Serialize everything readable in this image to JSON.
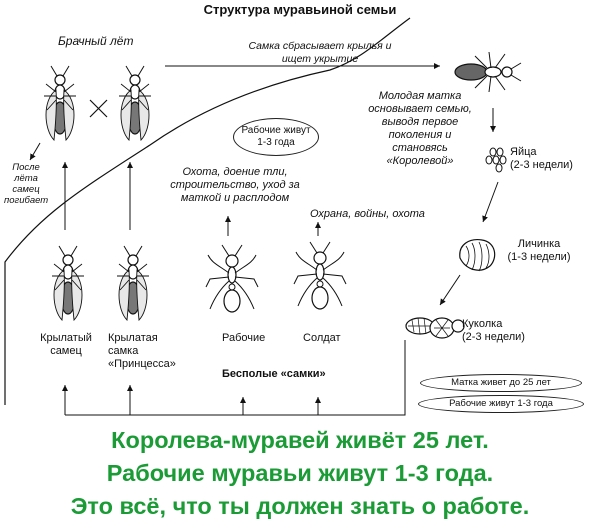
{
  "title": "Структура муравьиной семьи",
  "labels": {
    "nuptial_flight": "Брачный лёт",
    "female_drops_wings_1": "Самка сбрасывает крылья и",
    "female_drops_wings_2": "ищет укрытие",
    "young_queen_1": "Молодая матка",
    "young_queen_2": "основывает семью,",
    "young_queen_3": "выводя первое",
    "young_queen_4": "поколения и",
    "young_queen_5": "становясь",
    "young_queen_6": "«Королевой»",
    "eggs_1": "Яйца",
    "eggs_2": "(2-3 недели)",
    "larva_1": "Личинка",
    "larva_2": "(1-3 недели)",
    "pupa_1": "Куколка",
    "pupa_2": "(2-3 недели)",
    "male_dies_1": "После",
    "male_dies_2": "лёта",
    "male_dies_3": "самец",
    "male_dies_4": "погибает",
    "workers_live_1": "Рабочие живут",
    "workers_live_2": "1-3 года",
    "worker_tasks_1": "Охота, доение тли,",
    "worker_tasks_2": "строительство, уход за",
    "worker_tasks_3": "маткой и расплодом",
    "soldier_tasks": "Охрана, войны, охота",
    "winged_male_1": "Крылатый",
    "winged_male_2": "самец",
    "winged_female_1": "Крылатая",
    "winged_female_2": "самка",
    "winged_female_3": "«Принцесса»",
    "workers": "Рабочие",
    "soldier": "Солдат",
    "sexless_females": "Бесполые «самки»",
    "queen_lives": "Матка живет до 25 лет",
    "workers_lives": "Рабочие живут 1-3 года"
  },
  "caption": [
    "Королева-муравей живёт 25 лет.",
    "Рабочие муравьи живут 1-3 года.",
    "Это всё, что ты должен знать о работе."
  ],
  "colors": {
    "caption": "#1a9b35",
    "ink": "#111111"
  },
  "icons": [
    "winged-ant-icon",
    "queen-ant-icon",
    "worker-ant-icon",
    "soldier-ant-icon",
    "egg-icon",
    "larva-icon",
    "pupa-icon"
  ]
}
